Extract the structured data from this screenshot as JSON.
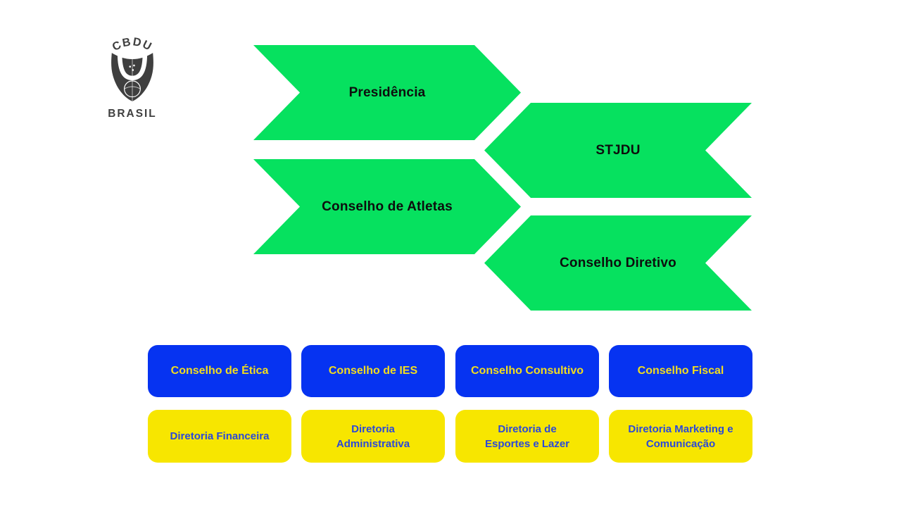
{
  "logo": {
    "arc_text": "CBDU",
    "bottom_text": "BRASIL"
  },
  "chevrons": [
    {
      "label": "Presidência",
      "direction": "right"
    },
    {
      "label": "Conselho de Atletas",
      "direction": "right"
    },
    {
      "label": "STJDU",
      "direction": "left"
    },
    {
      "label": "Conselho Diretivo",
      "direction": "left"
    }
  ],
  "councils": [
    {
      "label": "Conselho de Ética"
    },
    {
      "label": "Conselho de IES"
    },
    {
      "label": "Conselho Consultivo"
    },
    {
      "label": "Conselho Fiscal"
    }
  ],
  "directorates": [
    {
      "lines": [
        "Diretoria Financeira"
      ]
    },
    {
      "lines": [
        "Diretoria",
        "Administrativa"
      ]
    },
    {
      "lines": [
        "Diretoria de",
        "Esportes e Lazer"
      ]
    },
    {
      "lines": [
        "Diretoria Marketing e",
        "Comunicação"
      ]
    }
  ],
  "colors": {
    "green": "#06E15F",
    "blue": "#0633F1",
    "yellow": "#F7E600",
    "yellow_text": "#F2DD1E",
    "blue_text": "#2A49DA",
    "chevron_text": "#0D0D0D",
    "logo": "#3F3F3F",
    "background": "#FFFFFF"
  }
}
